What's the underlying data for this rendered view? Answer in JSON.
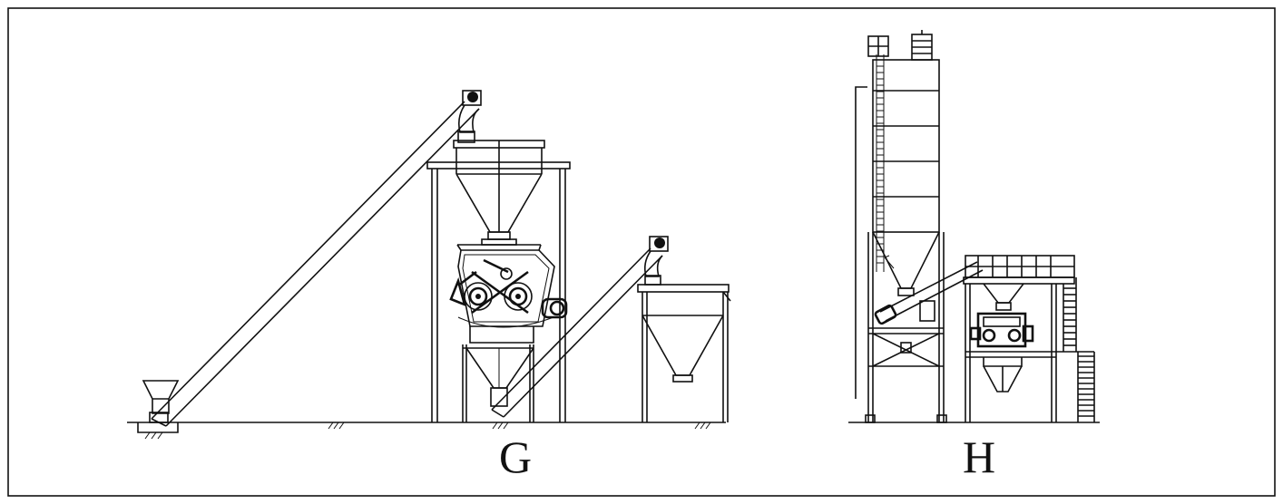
{
  "figure": {
    "panels": [
      {
        "id": "G",
        "label": "G"
      },
      {
        "id": "H",
        "label": "H"
      }
    ]
  }
}
